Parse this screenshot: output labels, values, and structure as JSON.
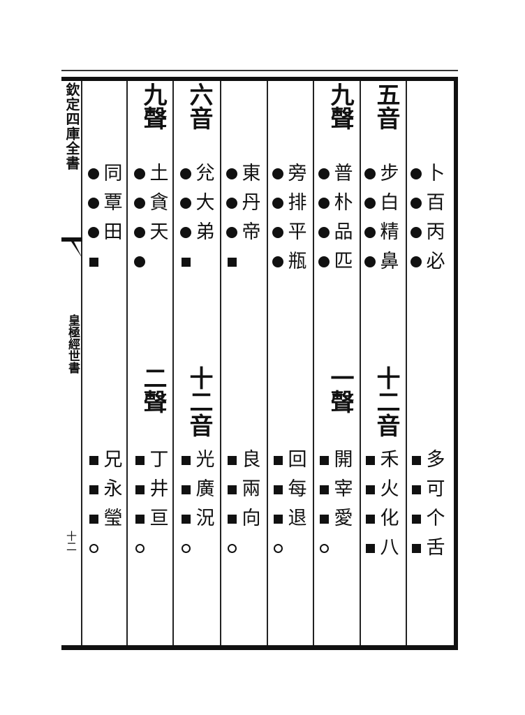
{
  "margin": {
    "title": "欽定四庫全書",
    "book": "皇極經世書",
    "page": "十二"
  },
  "upper_headings": [
    "五音",
    "九聲",
    "六音",
    "九聲"
  ],
  "lower_headings": [
    "十二音",
    "一聲",
    "十二音",
    "二聲"
  ],
  "upper_columns": [
    {
      "chars": [
        "卜",
        "百",
        "丙",
        "必"
      ],
      "marks": [
        "dot",
        "dot",
        "dot",
        "dot"
      ]
    },
    {
      "chars": [
        "步",
        "白",
        "精",
        "鼻"
      ],
      "marks": [
        "dot",
        "dot",
        "dot",
        "dot"
      ]
    },
    {
      "chars": [
        "普",
        "朴",
        "品",
        "匹"
      ],
      "marks": [
        "dot",
        "dot",
        "dot",
        "dot"
      ]
    },
    {
      "chars": [
        "旁",
        "排",
        "平",
        "瓶"
      ],
      "marks": [
        "dot",
        "dot",
        "dot",
        "dot"
      ]
    },
    {
      "chars": [
        "東",
        "丹",
        "帝",
        ""
      ],
      "marks": [
        "dot",
        "dot",
        "dot",
        "sq"
      ]
    },
    {
      "chars": [
        "兊",
        "大",
        "弟",
        ""
      ],
      "marks": [
        "dot",
        "dot",
        "dot",
        "sq"
      ]
    },
    {
      "chars": [
        "土",
        "貪",
        "天",
        ""
      ],
      "marks": [
        "dot",
        "dot",
        "dot",
        "dot"
      ]
    },
    {
      "chars": [
        "同",
        "覃",
        "田",
        ""
      ],
      "marks": [
        "dot",
        "dot",
        "dot",
        "sq"
      ]
    }
  ],
  "lower_columns": [
    {
      "chars": [
        "多",
        "可",
        "个",
        "舌"
      ],
      "marks": [
        "sq",
        "sq",
        "sq",
        "sq"
      ]
    },
    {
      "chars": [
        "禾",
        "火",
        "化",
        "八"
      ],
      "marks": [
        "sq",
        "sq",
        "sq",
        "sq"
      ]
    },
    {
      "chars": [
        "開",
        "宰",
        "愛",
        ""
      ],
      "marks": [
        "sq",
        "sq",
        "sq",
        "ring"
      ]
    },
    {
      "chars": [
        "回",
        "每",
        "退",
        ""
      ],
      "marks": [
        "sq",
        "sq",
        "sq",
        "ring"
      ]
    },
    {
      "chars": [
        "良",
        "兩",
        "向",
        ""
      ],
      "marks": [
        "sq",
        "sq",
        "sq",
        "ring"
      ]
    },
    {
      "chars": [
        "光",
        "廣",
        "況",
        ""
      ],
      "marks": [
        "sq",
        "sq",
        "sq",
        "ring"
      ]
    },
    {
      "chars": [
        "丁",
        "井",
        "亘",
        ""
      ],
      "marks": [
        "sq",
        "sq",
        "sq",
        "ring"
      ]
    },
    {
      "chars": [
        "兄",
        "永",
        "瑩",
        ""
      ],
      "marks": [
        "sq",
        "sq",
        "sq",
        "ring"
      ]
    }
  ]
}
